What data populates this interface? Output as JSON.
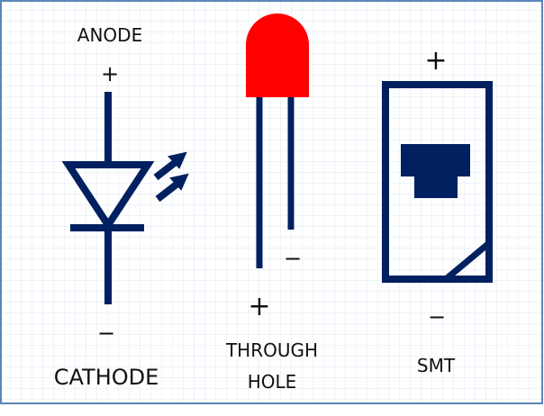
{
  "colors": {
    "stroke": "#002060",
    "led_dome": "#ff0000",
    "grid": "#dbe8f5",
    "border": "#5b86b8",
    "text": "#111111"
  },
  "symbol": {
    "anode_label": "ANODE",
    "cathode_label": "CATHODE",
    "plus": "+",
    "minus": "−"
  },
  "through_hole": {
    "label_line1": "THROUGH",
    "label_line2": "HOLE",
    "plus": "+",
    "minus": "−"
  },
  "smt": {
    "label": "SMT",
    "plus": "+",
    "minus": "−"
  }
}
